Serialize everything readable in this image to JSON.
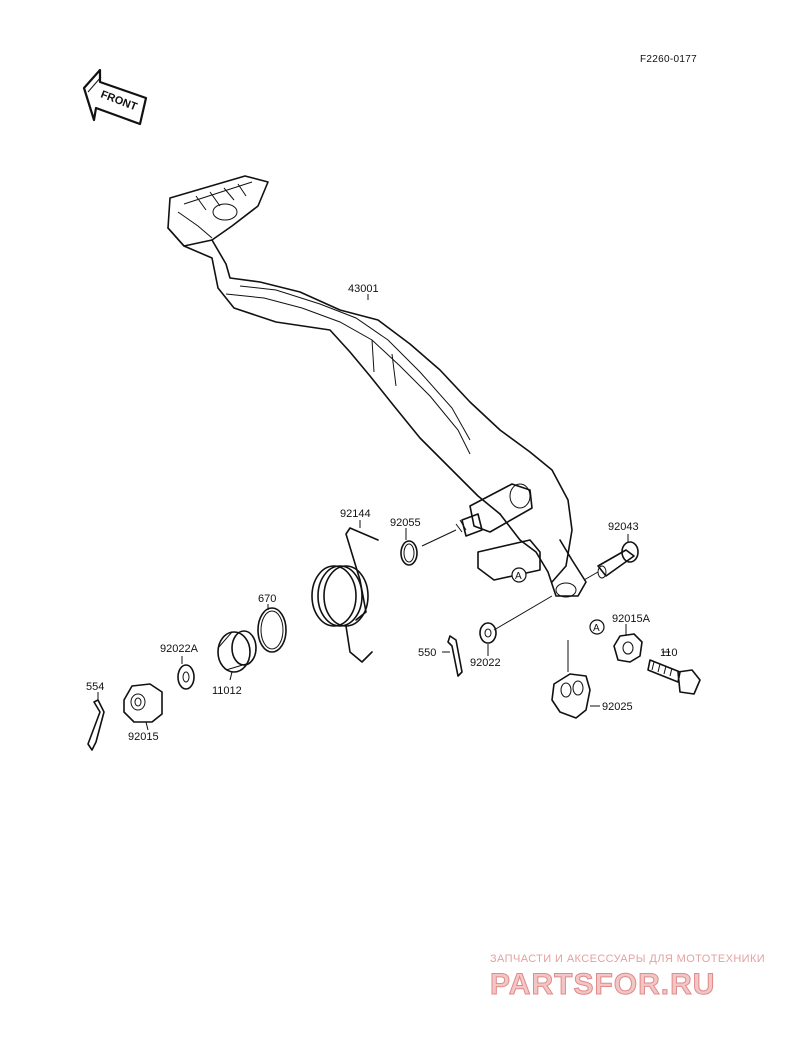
{
  "diagram_code": "F2260-0177",
  "front_arrow_text": "FRONT",
  "ref_marker": "A",
  "parts": [
    {
      "id": "p43001",
      "number": "43001"
    },
    {
      "id": "p92144",
      "number": "92144"
    },
    {
      "id": "p92055",
      "number": "92055"
    },
    {
      "id": "p92043",
      "number": "92043"
    },
    {
      "id": "p670",
      "number": "670"
    },
    {
      "id": "p92022A",
      "number": "92022A"
    },
    {
      "id": "p11012",
      "number": "11012"
    },
    {
      "id": "p550",
      "number": "550"
    },
    {
      "id": "p92022",
      "number": "92022"
    },
    {
      "id": "p92015A",
      "number": "92015A"
    },
    {
      "id": "p110",
      "number": "110"
    },
    {
      "id": "p554",
      "number": "554"
    },
    {
      "id": "p92015",
      "number": "92015"
    },
    {
      "id": "p92025",
      "number": "92025"
    }
  ],
  "watermark": {
    "tagline": "ЗАПЧАСТИ И АКСЕССУАРЫ ДЛЯ МОТОТЕХНИКИ",
    "logo": "PARTSFOR.RU"
  }
}
